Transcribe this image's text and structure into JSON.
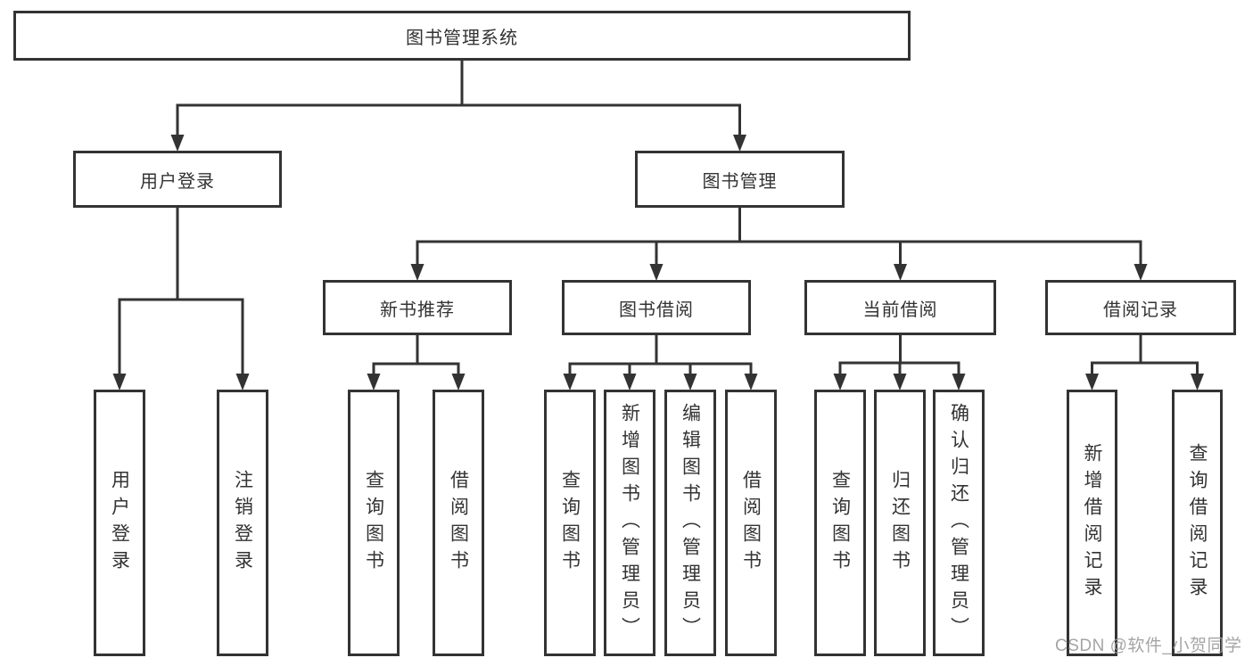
{
  "diagram": {
    "title": "图书管理系统",
    "nodes": [
      {
        "id": "root",
        "label": "图书管理系统",
        "parent": null,
        "vertical": false
      },
      {
        "id": "user-login",
        "label": "用户登录",
        "parent": "root",
        "vertical": false
      },
      {
        "id": "book-mgmt",
        "label": "图书管理",
        "parent": "root",
        "vertical": false
      },
      {
        "id": "new-book-rec",
        "label": "新书推荐",
        "parent": "book-mgmt",
        "vertical": false
      },
      {
        "id": "book-borrow",
        "label": "图书借阅",
        "parent": "book-mgmt",
        "vertical": false
      },
      {
        "id": "current-borrow",
        "label": "当前借阅",
        "parent": "book-mgmt",
        "vertical": false
      },
      {
        "id": "borrow-records",
        "label": "借阅记录",
        "parent": "book-mgmt",
        "vertical": false
      },
      {
        "id": "leaf-user-login",
        "label": "用户登录",
        "parent": "user-login",
        "vertical": true
      },
      {
        "id": "leaf-logout",
        "label": "注销登录",
        "parent": "user-login",
        "vertical": true
      },
      {
        "id": "leaf-query-book-1",
        "label": "查询图书",
        "parent": "new-book-rec",
        "vertical": true
      },
      {
        "id": "leaf-borrow-book-1",
        "label": "借阅图书",
        "parent": "new-book-rec",
        "vertical": true
      },
      {
        "id": "leaf-query-book-2",
        "label": "查询图书",
        "parent": "book-borrow",
        "vertical": true
      },
      {
        "id": "leaf-add-book",
        "label": "新增图书（管理员）",
        "parent": "book-borrow",
        "vertical": true
      },
      {
        "id": "leaf-edit-book",
        "label": "编辑图书（管理员）",
        "parent": "book-borrow",
        "vertical": true
      },
      {
        "id": "leaf-borrow-book-2",
        "label": "借阅图书",
        "parent": "book-borrow",
        "vertical": true
      },
      {
        "id": "leaf-query-book-3",
        "label": "查询图书",
        "parent": "current-borrow",
        "vertical": true
      },
      {
        "id": "leaf-return-book",
        "label": "归还图书",
        "parent": "current-borrow",
        "vertical": true
      },
      {
        "id": "leaf-confirm-return",
        "label": "确认归还（管理员）",
        "parent": "current-borrow",
        "vertical": true
      },
      {
        "id": "leaf-add-borrow-record",
        "label": "新增借阅记录",
        "parent": "borrow-records",
        "vertical": true
      },
      {
        "id": "leaf-query-borrow-record",
        "label": "查询借阅记录",
        "parent": "borrow-records",
        "vertical": true
      }
    ]
  },
  "watermark": {
    "text": "CSDN @软件_小贺同学",
    "color": "#9b9b9b"
  },
  "colors": {
    "stroke": "#333333",
    "text": "#333333",
    "background": "#ffffff"
  }
}
